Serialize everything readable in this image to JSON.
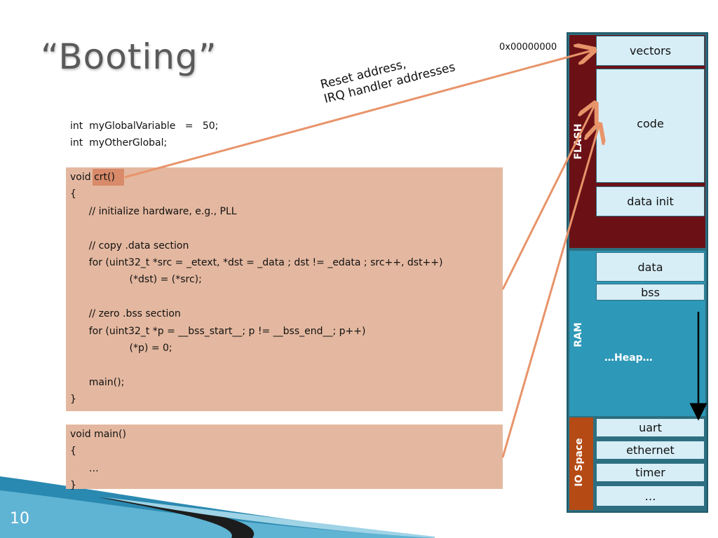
{
  "slide": {
    "title": "“Booting”",
    "number": "10"
  },
  "address_label": "0x00000000",
  "annotation": "Reset address,\nIRQ handler addresses",
  "globals": [
    "int  myGlobalVariable   =   50;",
    "int  myOtherGlobal;"
  ],
  "crt_block": [
    "void crt()",
    "{",
    "      // initialize hardware, e.g., PLL",
    "",
    "      // copy .data section",
    "      for (uint32_t *src = _etext, *dst = _data ; dst != _edata ; src++, dst++)",
    "                   (*dst) = (*src);",
    "",
    "      // zero .bss section",
    "      for (uint32_t *p = __bss_start__; p != __bss_end__; p++)",
    "                   (*p) = 0;",
    "",
    "      main();",
    "}"
  ],
  "main_block": [
    "void main()",
    "{",
    "      …",
    "}"
  ],
  "memory_map": {
    "regions": {
      "flash": "FLASH",
      "ram": "RAM",
      "io": "IO Space"
    },
    "cells": {
      "vectors": "vectors",
      "code": "code",
      "data_init": "data init",
      "data": "data",
      "bss": "bss",
      "heap": "…Heap…",
      "uart": "uart",
      "ethernet": "ethernet",
      "timer": "timer",
      "more": "…"
    }
  },
  "colors": {
    "flash": "#6b1116",
    "ram": "#2e98b8",
    "io": "#b54a15",
    "cell": "#d7eef7",
    "code_box": "#e4b8a0",
    "arrow": "#e8946a"
  }
}
